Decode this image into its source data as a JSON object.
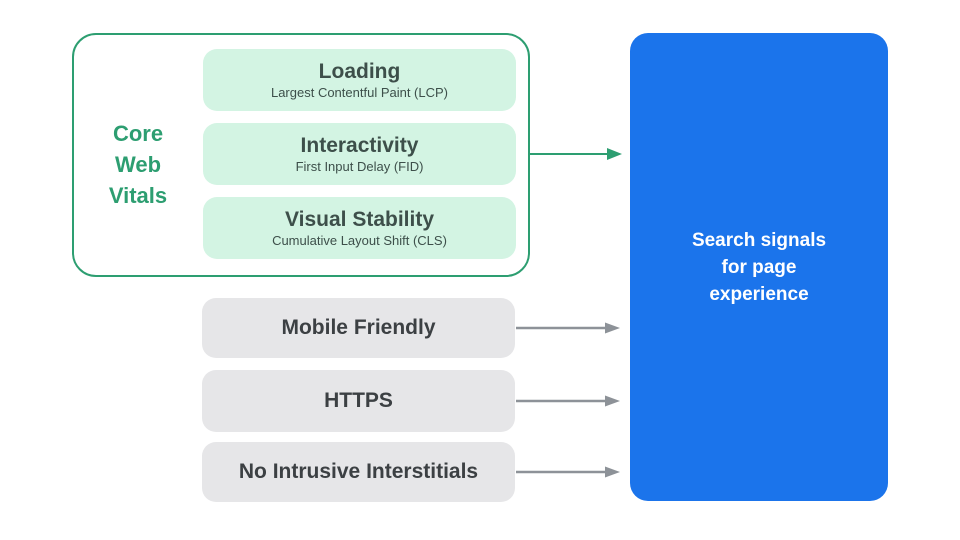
{
  "colors": {
    "background": "#ffffff",
    "green": "#2d9e71",
    "green_light": "#d3f4e3",
    "green_dark_text": "#3d4f4a",
    "gray_box": "#e6e6e8",
    "gray_text": "#3c4043",
    "arrow_gray": "#8d9298",
    "blue": "#1b74eb",
    "white_text": "#ffffff"
  },
  "core_web_vitals": {
    "label": "Core Web Vitals",
    "items": [
      {
        "title": "Loading",
        "subtitle": "Largest Contentful Paint (LCP)"
      },
      {
        "title": "Interactivity",
        "subtitle": "First Input Delay (FID)"
      },
      {
        "title": "Visual Stability",
        "subtitle": "Cumulative Layout Shift (CLS)"
      }
    ]
  },
  "other_signals": [
    {
      "label": "Mobile Friendly"
    },
    {
      "label": "HTTPS"
    },
    {
      "label": "No Intrusive Interstitials"
    }
  ],
  "result_box": {
    "label_lines": [
      "Search signals",
      "for page",
      "experience"
    ]
  }
}
